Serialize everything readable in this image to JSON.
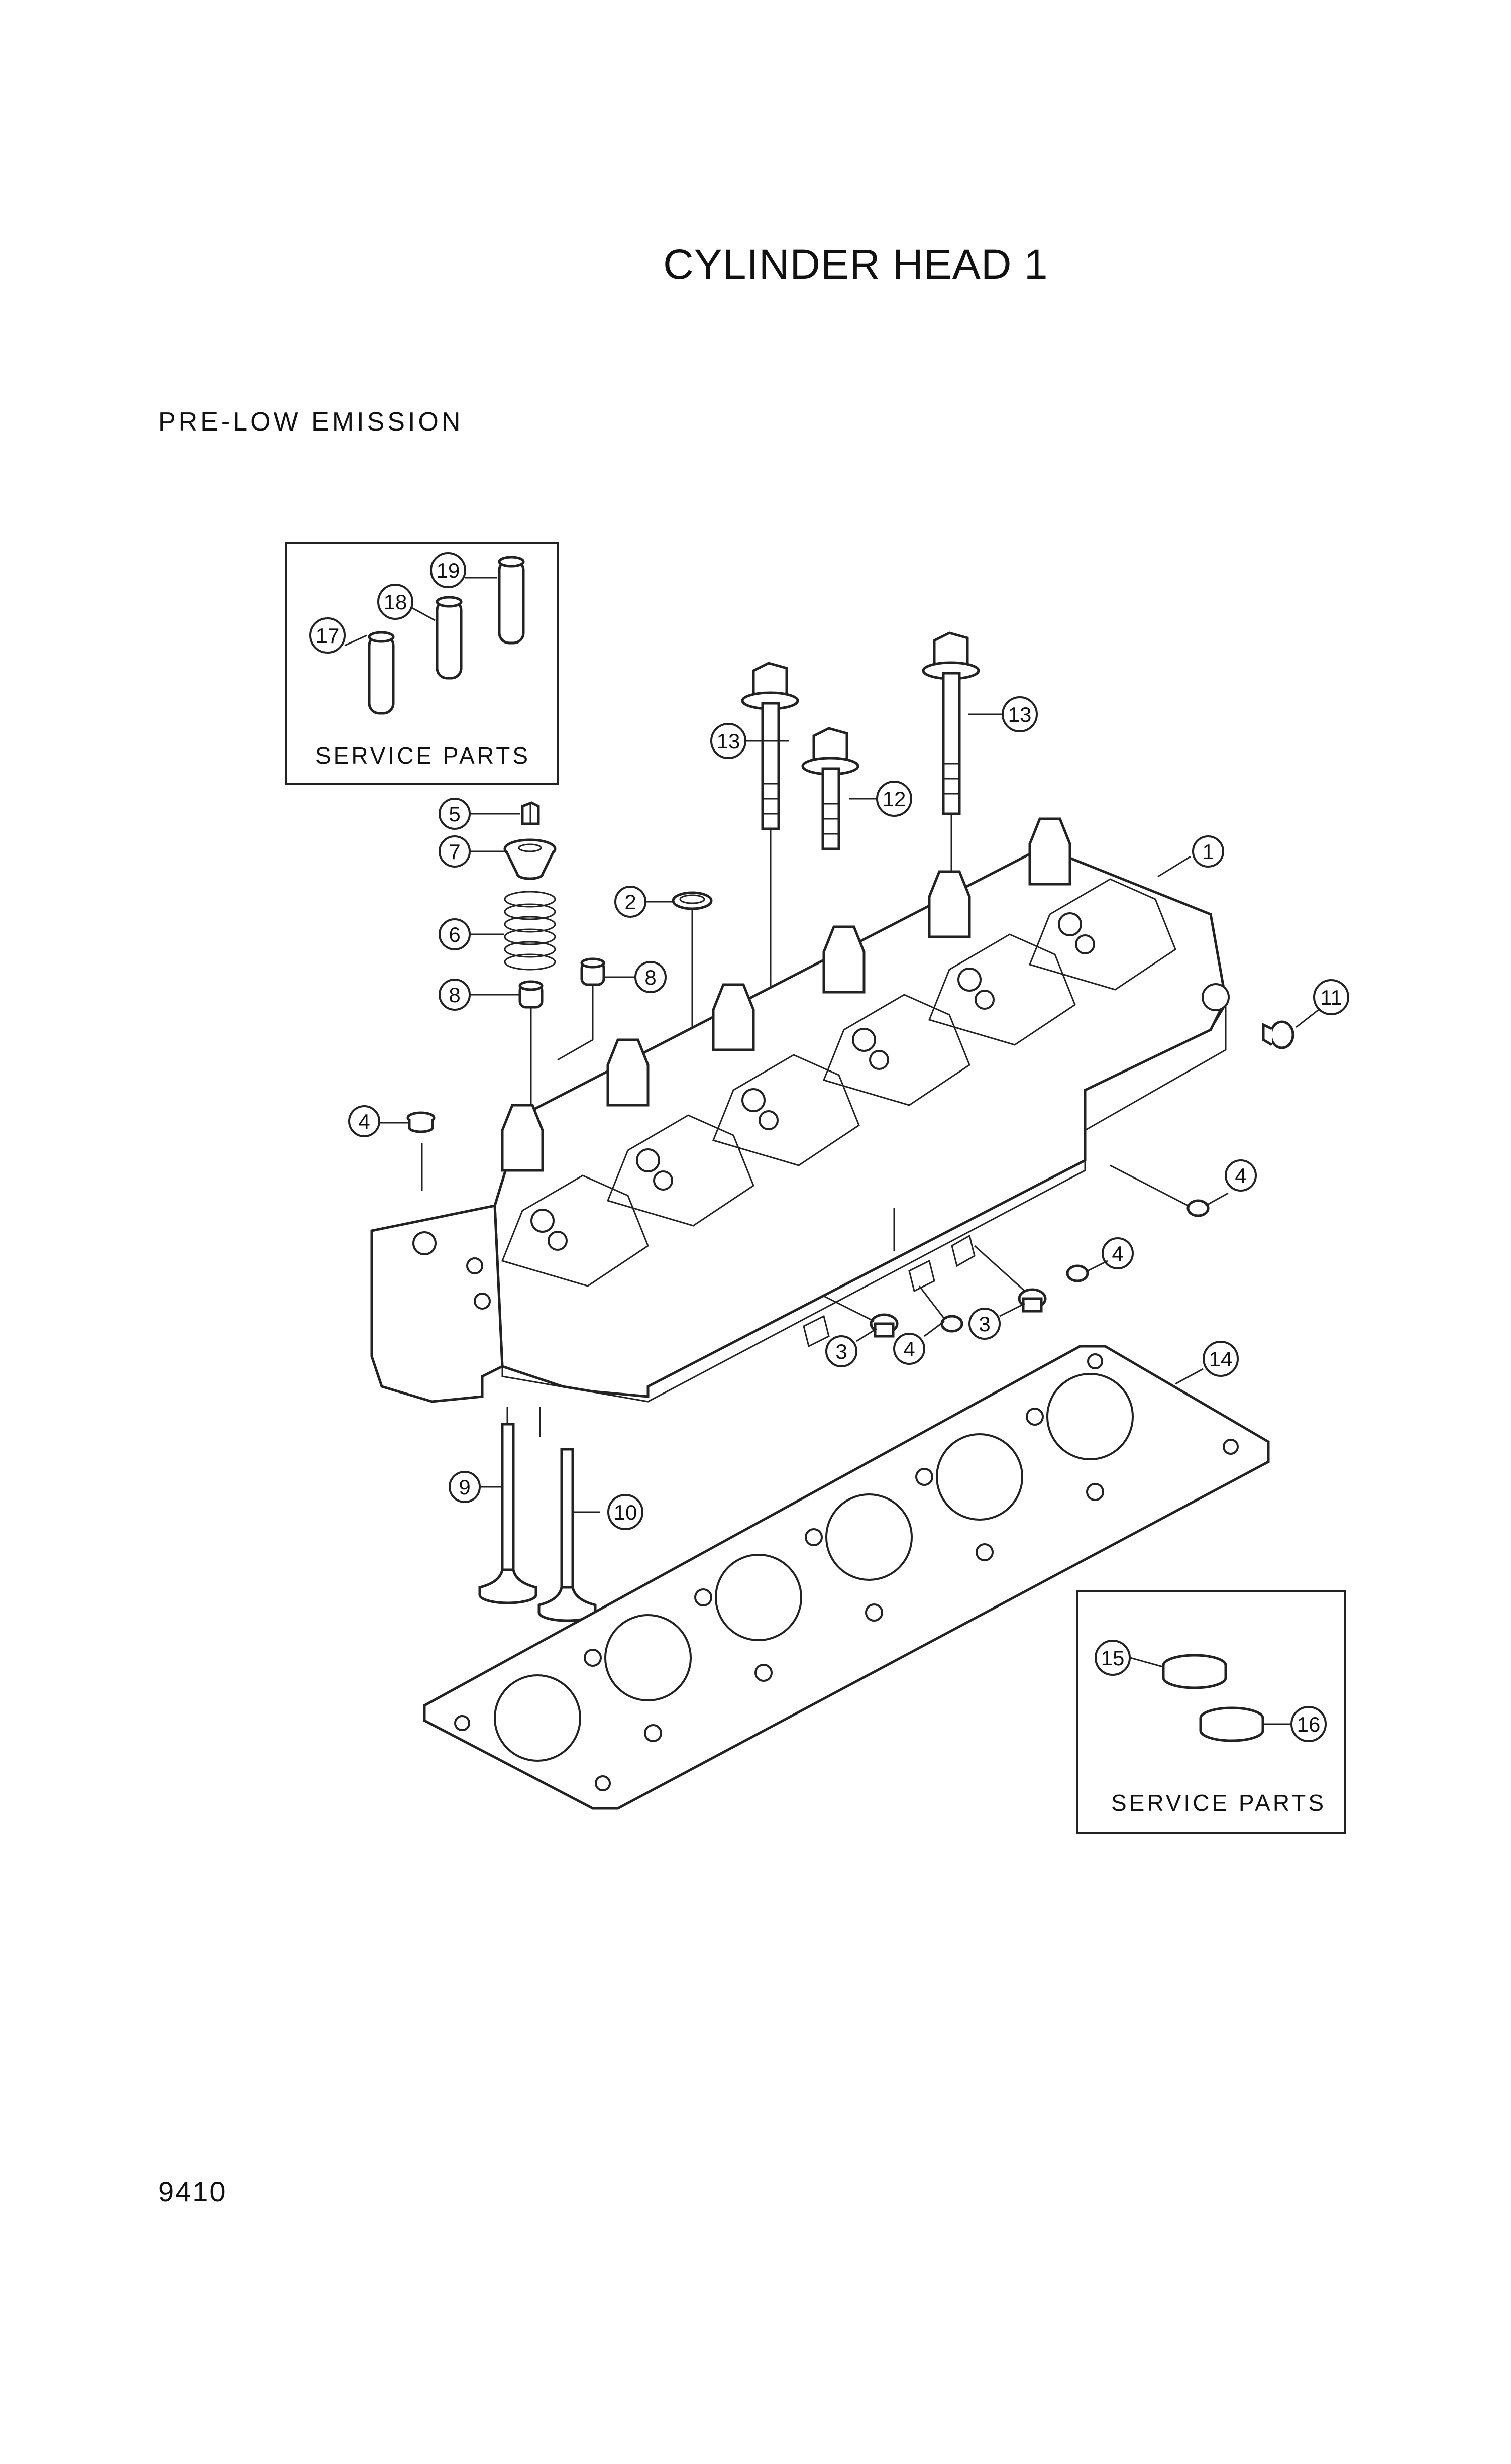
{
  "header": {
    "title": "CYLINDER HEAD 1",
    "subtitle": "PRE-LOW EMISSION"
  },
  "footer": {
    "page_number": "9410"
  },
  "service_boxes": [
    {
      "label": "SERVICE PARTS",
      "parts": [
        "17",
        "18",
        "19"
      ]
    },
    {
      "label": "SERVICE PARTS",
      "parts": [
        "15",
        "16"
      ]
    }
  ],
  "callouts": {
    "c1": "1",
    "c2": "2",
    "c3a": "3",
    "c3b": "3",
    "c4a": "4",
    "c4b": "4",
    "c4c": "4",
    "c4d": "4",
    "c5": "5",
    "c6": "6",
    "c7": "7",
    "c8a": "8",
    "c8b": "8",
    "c9": "9",
    "c10": "10",
    "c11": "11",
    "c12": "12",
    "c13a": "13",
    "c13b": "13",
    "c14": "14",
    "c15": "15",
    "c16": "16",
    "c17": "17",
    "c18": "18",
    "c19": "19"
  }
}
